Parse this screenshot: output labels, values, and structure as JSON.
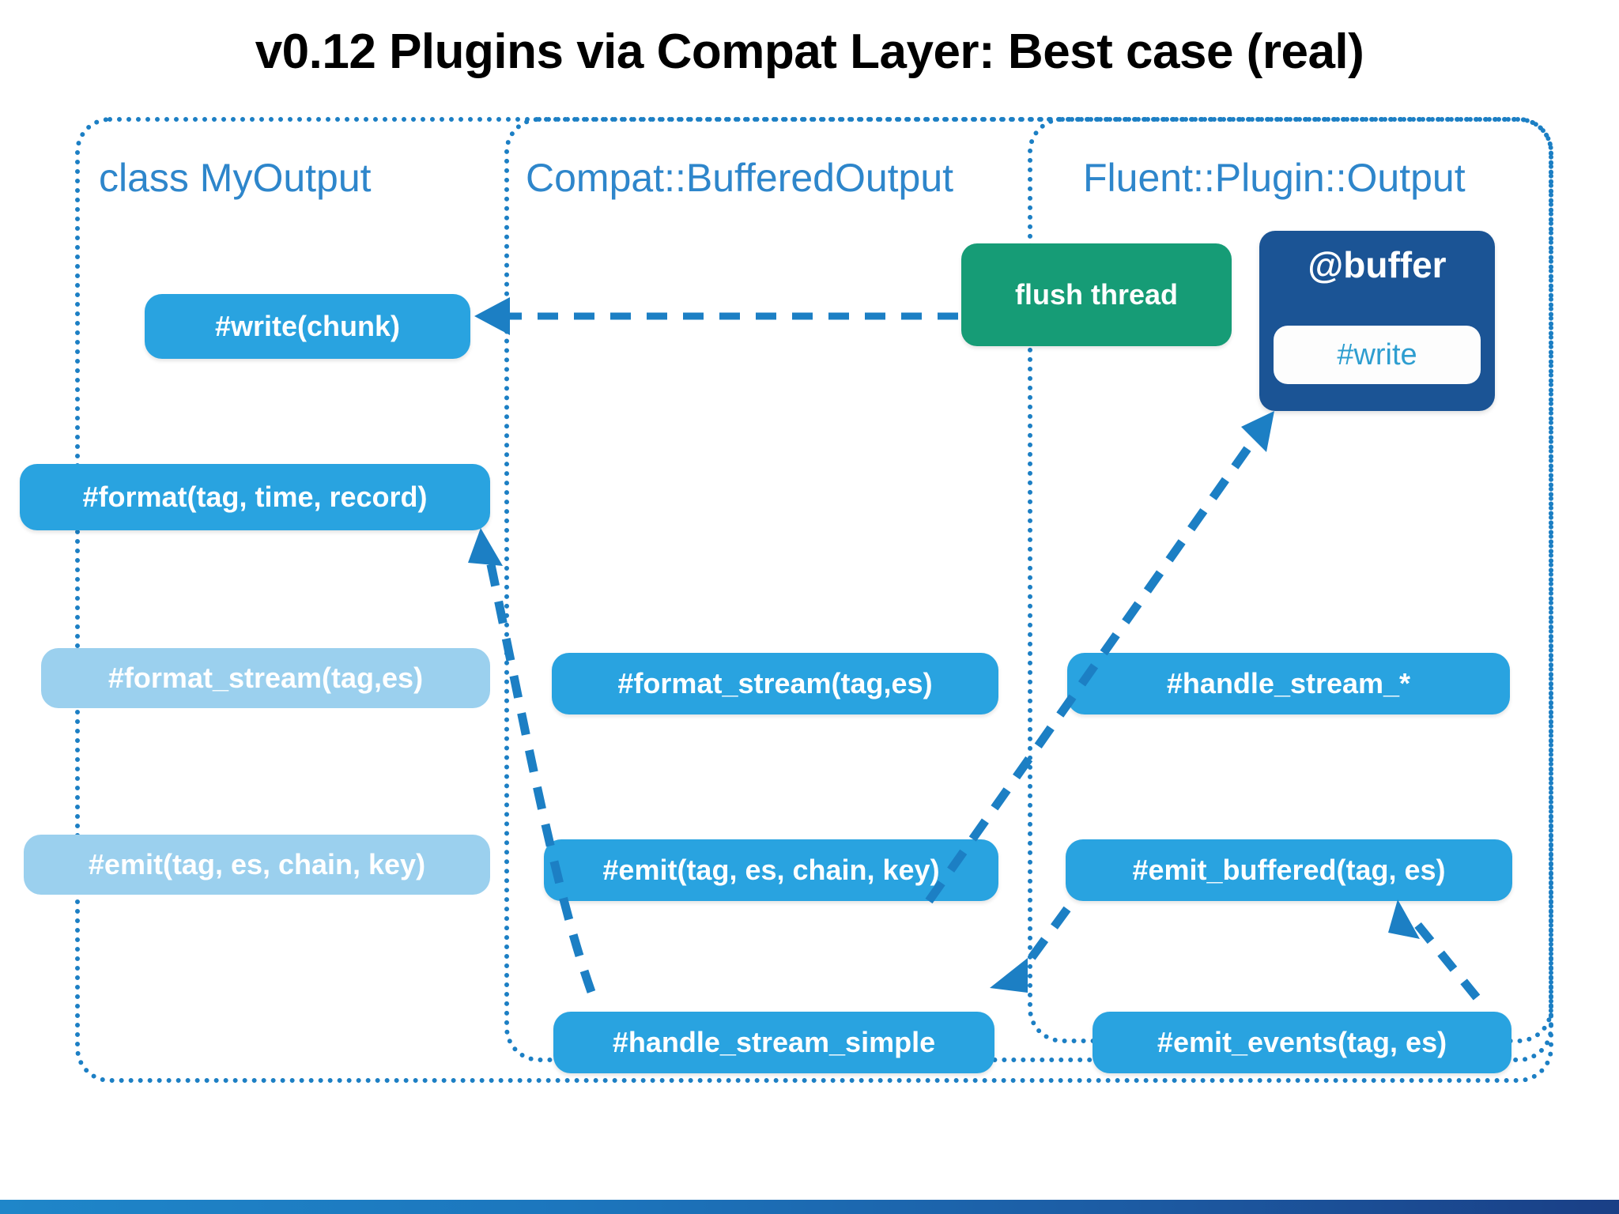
{
  "title": "v0.12 Plugins via Compat Layer: Best case (real)",
  "colors": {
    "accent_blue": "#29a3e0",
    "faded_blue": "#9bd0ee",
    "zone_border": "#1c7fc4",
    "zone_title": "#2e86cb",
    "flush_green": "#169c76",
    "buffer_navy": "#1b5495",
    "buffer_inner_text": "#2e9ed0",
    "title_black": "#000000"
  },
  "zones": [
    {
      "id": "my-output",
      "label": "class MyOutput"
    },
    {
      "id": "compat-buffered",
      "label": "Compat::BufferedOutput"
    },
    {
      "id": "fluent-plugin",
      "label": "Fluent::Plugin::Output"
    }
  ],
  "nodes": {
    "write_chunk": "#write(chunk)",
    "format_tag_time_record": "#format(tag, time, record)",
    "format_stream_left": "#format_stream(tag,es)",
    "emit_left": "#emit(tag, es, chain, key)",
    "format_stream_mid": "#format_stream(tag,es)",
    "emit_mid": "#emit(tag, es, chain, key)",
    "handle_stream_simple": "#handle_stream_simple",
    "handle_stream_star": "#handle_stream_*",
    "emit_buffered": "#emit_buffered(tag, es)",
    "emit_events": "#emit_events(tag, es)",
    "flush_thread": "flush thread",
    "buffer_title": "@buffer",
    "buffer_write": "#write"
  },
  "arrows": [
    {
      "id": "flush-to-write-chunk",
      "from": "flush thread",
      "to": "#write(chunk)"
    },
    {
      "id": "handle-simple-to-format",
      "from": "#handle_stream_simple",
      "to": "#format(tag, time, record)"
    },
    {
      "id": "emit-mid-to-buffer",
      "from": "#emit(tag, es, chain, key)",
      "to": "@buffer"
    },
    {
      "id": "emit-buffered-to-handle-simple",
      "from": "#emit_buffered(tag, es)",
      "to": "#handle_stream_simple"
    },
    {
      "id": "emit-events-to-emit-buffered",
      "from": "#emit_events(tag, es)",
      "to": "#emit_buffered(tag, es)"
    }
  ]
}
